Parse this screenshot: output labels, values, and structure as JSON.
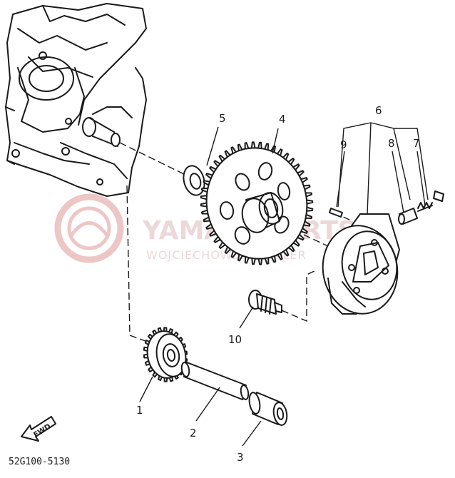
{
  "callouts": {
    "c1": "1",
    "c2": "2",
    "c3": "3",
    "c4": "4",
    "c5": "5",
    "c6": "6",
    "c7": "7",
    "c8": "8",
    "c9": "9",
    "c10": "10"
  },
  "diagram_code": "52G100-5130",
  "fwd_label": "FWD",
  "watermark": {
    "main": "YAMAHAPARTS",
    "sub": "WOJCIECHOWSKI DEALER",
    "color": "#e8b3b3"
  }
}
